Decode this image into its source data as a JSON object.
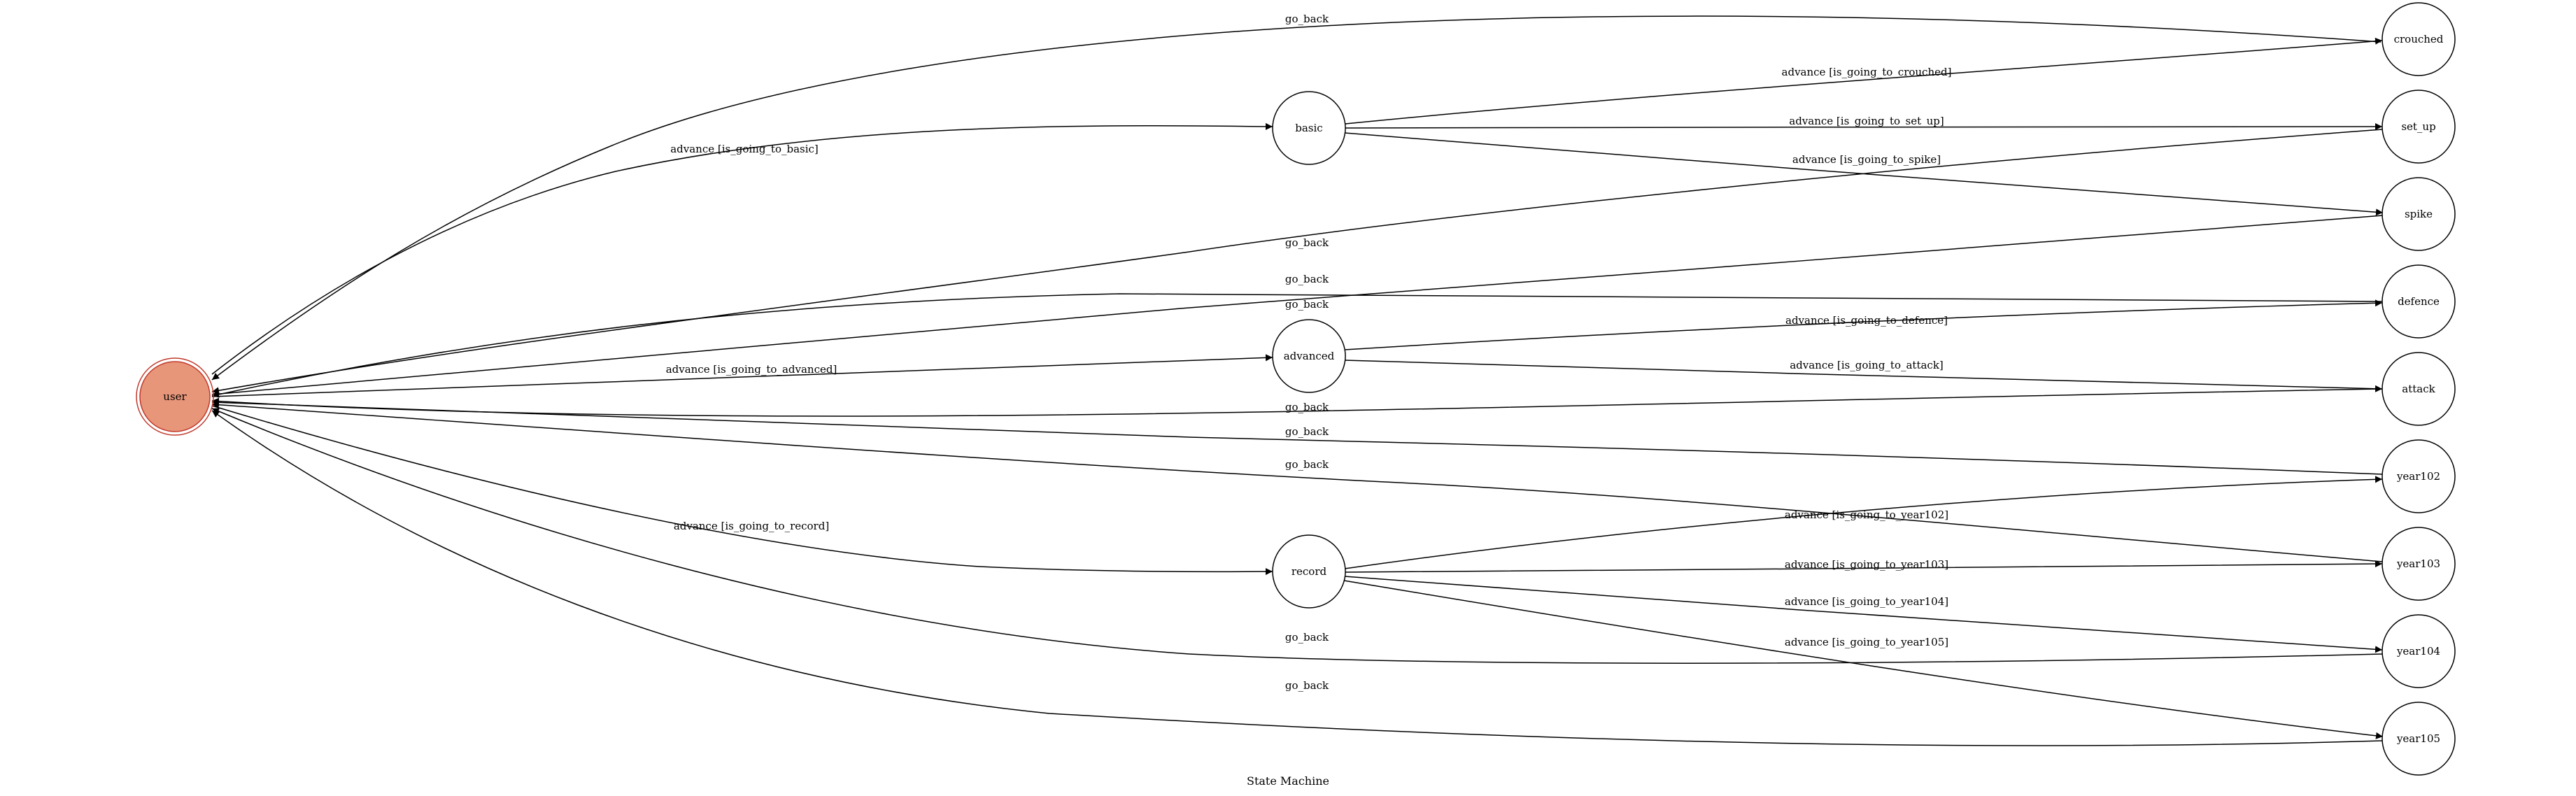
{
  "diagram": {
    "caption": "State Machine",
    "initial_state": "user",
    "colors": {
      "initial_fill": "#e8967a",
      "initial_stroke": "#c0392b",
      "stroke": "#000000",
      "background": "#ffffff"
    },
    "nodes": [
      {
        "id": "user",
        "label": "user",
        "initial": true
      },
      {
        "id": "basic",
        "label": "basic"
      },
      {
        "id": "advanced",
        "label": "advanced"
      },
      {
        "id": "record",
        "label": "record"
      },
      {
        "id": "crouched",
        "label": "crouched"
      },
      {
        "id": "set_up",
        "label": "set_up"
      },
      {
        "id": "spike",
        "label": "spike"
      },
      {
        "id": "defence",
        "label": "defence"
      },
      {
        "id": "attack",
        "label": "attack"
      },
      {
        "id": "year102",
        "label": "year102"
      },
      {
        "id": "year103",
        "label": "year103"
      },
      {
        "id": "year104",
        "label": "year104"
      },
      {
        "id": "year105",
        "label": "year105"
      }
    ],
    "edges": [
      {
        "id": "e1",
        "from": "crouched",
        "to": "user",
        "label": "go_back"
      },
      {
        "id": "e2",
        "from": "user",
        "to": "basic",
        "label": "advance [is_going_to_basic]"
      },
      {
        "id": "e3",
        "from": "basic",
        "to": "crouched",
        "label": "advance [is_going_to_crouched]"
      },
      {
        "id": "e4",
        "from": "basic",
        "to": "set_up",
        "label": "advance [is_going_to_set_up]"
      },
      {
        "id": "e5",
        "from": "basic",
        "to": "spike",
        "label": "advance [is_going_to_spike]"
      },
      {
        "id": "e6",
        "from": "set_up",
        "to": "user",
        "label": "go_back"
      },
      {
        "id": "e7",
        "from": "spike",
        "to": "user",
        "label": "go_back"
      },
      {
        "id": "e8",
        "from": "defence",
        "to": "user",
        "label": "go_back"
      },
      {
        "id": "e9",
        "from": "user",
        "to": "advanced",
        "label": "advance [is_going_to_advanced]"
      },
      {
        "id": "e10",
        "from": "advanced",
        "to": "defence",
        "label": "advance [is_going_to_defence]"
      },
      {
        "id": "e11",
        "from": "advanced",
        "to": "attack",
        "label": "advance [is_going_to_attack]"
      },
      {
        "id": "e12",
        "from": "attack",
        "to": "user",
        "label": "go_back"
      },
      {
        "id": "e13",
        "from": "year102",
        "to": "user",
        "label": "go_back"
      },
      {
        "id": "e14",
        "from": "year103",
        "to": "user",
        "label": "go_back"
      },
      {
        "id": "e15",
        "from": "user",
        "to": "record",
        "label": "advance [is_going_to_record]"
      },
      {
        "id": "e16",
        "from": "record",
        "to": "year102",
        "label": "advance [is_going_to_year102]"
      },
      {
        "id": "e17",
        "from": "record",
        "to": "year103",
        "label": "advance [is_going_to_year103]"
      },
      {
        "id": "e18",
        "from": "record",
        "to": "year104",
        "label": "advance [is_going_to_year104]"
      },
      {
        "id": "e19",
        "from": "record",
        "to": "year105",
        "label": "advance [is_going_to_year105]"
      },
      {
        "id": "e20",
        "from": "year104",
        "to": "user",
        "label": "go_back"
      },
      {
        "id": "e21",
        "from": "year105",
        "to": "user",
        "label": "go_back"
      }
    ]
  }
}
